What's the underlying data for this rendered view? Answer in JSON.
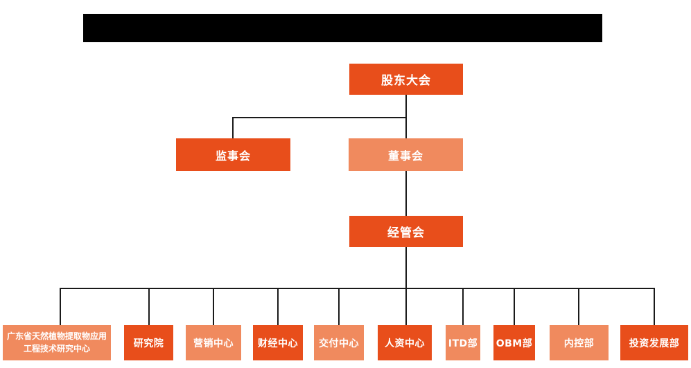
{
  "colors": {
    "dark_orange": "#E84E1B",
    "light_orange": "#F08A5E",
    "line": "#1A1A1A",
    "title_block": "#000000",
    "background": "#FFFFFF",
    "node_text": "#FFFFFF"
  },
  "org_chart": {
    "nodes": {
      "shareholders": {
        "label": "股东大会",
        "variant": "dark"
      },
      "supervisors": {
        "label": "监事会",
        "variant": "dark"
      },
      "directors": {
        "label": "董事会",
        "variant": "light"
      },
      "management": {
        "label": "经管会",
        "variant": "dark"
      },
      "dept1": {
        "label": "广东省天然植物提取物应用工程技术研究中心",
        "variant": "light"
      },
      "dept2": {
        "label": "研究院",
        "variant": "dark"
      },
      "dept3": {
        "label": "营销中心",
        "variant": "light"
      },
      "dept4": {
        "label": "财经中心",
        "variant": "dark"
      },
      "dept5": {
        "label": "交付中心",
        "variant": "light"
      },
      "dept6": {
        "label": "人资中心",
        "variant": "dark"
      },
      "dept7": {
        "label": "ITD部",
        "variant": "light"
      },
      "dept8": {
        "label": "OBM部",
        "variant": "dark"
      },
      "dept9": {
        "label": "内控部",
        "variant": "light"
      },
      "dept10": {
        "label": "投资发展部",
        "variant": "dark"
      }
    }
  }
}
